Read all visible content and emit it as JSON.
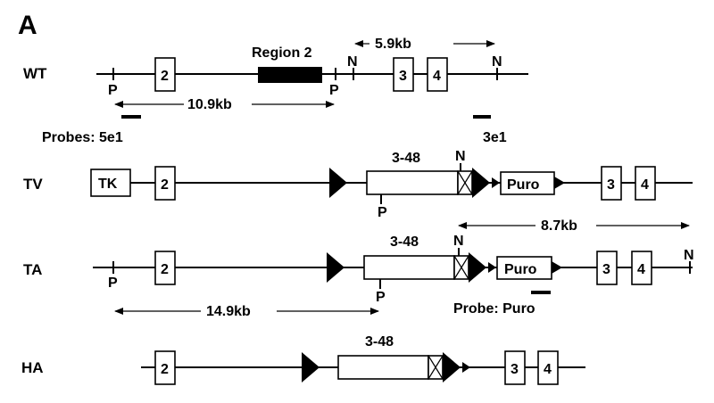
{
  "panel_label": "A",
  "rows": {
    "wt": "WT",
    "tv": "TV",
    "ta": "TA",
    "ha": "HA"
  },
  "exons": {
    "e2": "2",
    "e3": "3",
    "e4": "4"
  },
  "labels": {
    "region2": "Region 2",
    "tk": "TK",
    "puro": "Puro",
    "cassette": "3-48"
  },
  "sites": {
    "p": "P",
    "n": "N"
  },
  "distances": {
    "d59": "5.9kb",
    "d109": "10.9kb",
    "d87": "8.7kb",
    "d149": "14.9kb"
  },
  "probes": {
    "wt_prefix": "Probes: 5e1",
    "wt_3e1": "3e1",
    "ta_label": "Probe:  Puro"
  }
}
